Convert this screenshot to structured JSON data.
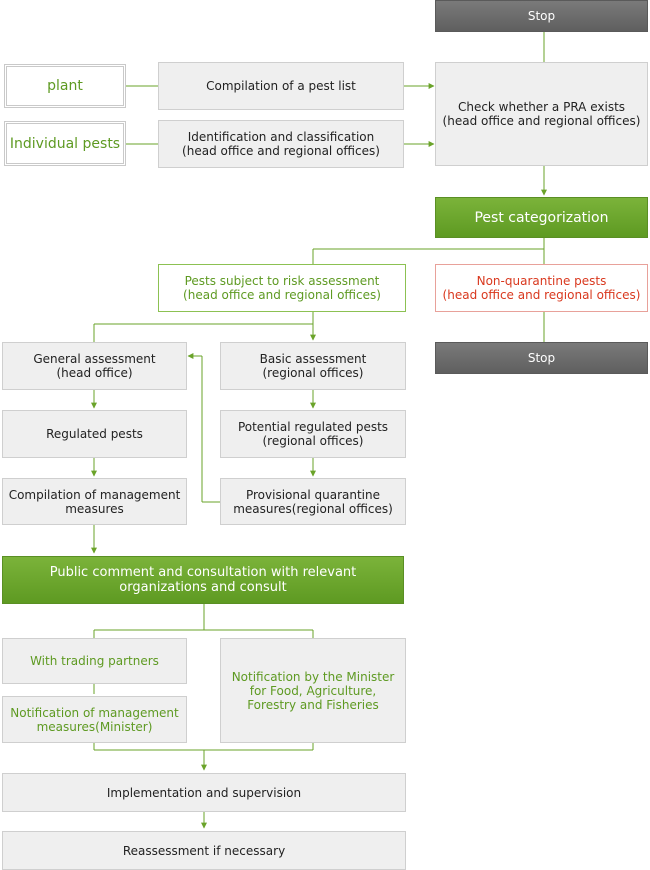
{
  "nodes": {
    "stop_top": "Stop",
    "plant": "plant",
    "individual_pests": "Individual pests",
    "compilation_pest_list": "Compilation of a pest list",
    "identification": "Identification and classification\n(head office and regional offices)",
    "check_pra": "Check whether a PRA exists\n(head office and regional offices)",
    "pest_categorization": "Pest categorization",
    "pests_subject": "Pests subject to risk assessment\n(head office and regional offices)",
    "non_quarantine": "Non-quarantine pests\n(head office and regional offices)",
    "stop_mid": "Stop",
    "general_assessment": "General assessment\n(head office)",
    "basic_assessment": "Basic assessment\n(regional offices)",
    "regulated_pests": "Regulated pests",
    "potential_regulated": "Potential regulated pests\n(regional offices)",
    "compilation_measures": "Compilation of management\nmeasures",
    "provisional_measures": "Provisional quarantine\nmeasures(regional offices)",
    "public_comment": "Public comment and consultation with relevant\norganizations and consult",
    "trading_partners": "With trading partners",
    "notification_measures": "Notification of management\nmeasures(Minister)",
    "notification_minister": "Notification by the Minister\nfor Food, Agriculture,\nForestry and Fisheries",
    "implementation": "Implementation and supervision",
    "reassessment": "Reassessment if necessary"
  },
  "colors": {
    "line": "#6aa329",
    "box_fill": "#efefef",
    "box_border": "#cfcfcf",
    "green_fill": "#6aa52d",
    "dark_fill": "#6b6b6b",
    "red_text": "#d9381e"
  }
}
